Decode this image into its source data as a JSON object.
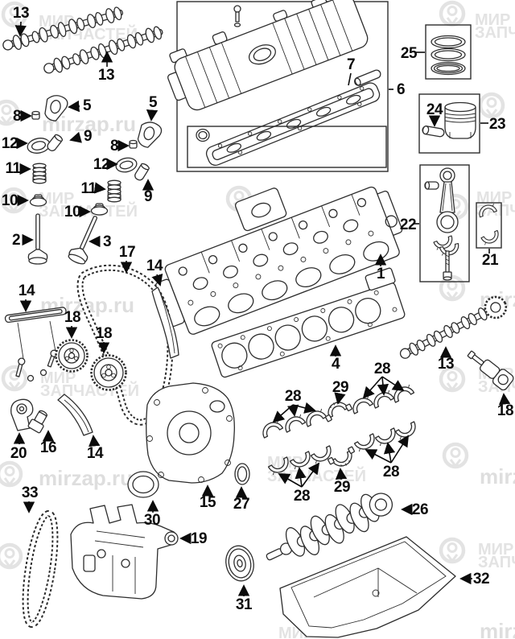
{
  "diagram_title": "engine-exploded-parts-diagram",
  "colors": {
    "background": "#ffffff",
    "line": "#2d2d2d",
    "label": "#0b0b0b",
    "watermark": "#e3e3e3"
  },
  "watermark": {
    "brand_top": "МИР",
    "brand_bottom": "ЗАПЧАСТЕЙ",
    "url": "mirzap.ru"
  },
  "callouts": {
    "cam1": "13",
    "cam2": "13",
    "cam3": "13",
    "rocker1": "5",
    "rocker2": "5",
    "cap1": "8",
    "cap2": "8",
    "seal1": "12",
    "seal2": "12",
    "tappet1": "9",
    "tappet2": "9",
    "spring1": "11",
    "spring2": "11",
    "retainer1": "10",
    "retainer2": "10",
    "intake_valve": "2",
    "exhaust_valve": "3",
    "timing_chain": "17",
    "guide_left": "14",
    "guide_right": "14",
    "guide_lower": "14",
    "vvt_sprocket1": "18",
    "vvt_sprocket2": "18",
    "vvt_actuator": "18",
    "tensioner_arm": "20",
    "chain_tensioner": "16",
    "valve_cover": "6",
    "valve_cover_gasket": "7",
    "piston_rings": "25",
    "piston": "23",
    "piston_pin": "24",
    "connecting_rod": "22",
    "rod_bearings": "21",
    "cylinder_head": "1",
    "head_gasket": "4",
    "timing_cover": "15",
    "front_seal": "27",
    "crank_seal": "30",
    "oil_pump_chain": "33",
    "oil_pump": "19",
    "crank_pulley": "31",
    "crankshaft": "26",
    "oil_pan": "32",
    "main_bearings_ul": "28",
    "main_bearings_ur": "28",
    "main_bearings_ll": "28",
    "main_bearings_lr": "28",
    "thrust_upper": "29",
    "thrust_lower": "29"
  }
}
